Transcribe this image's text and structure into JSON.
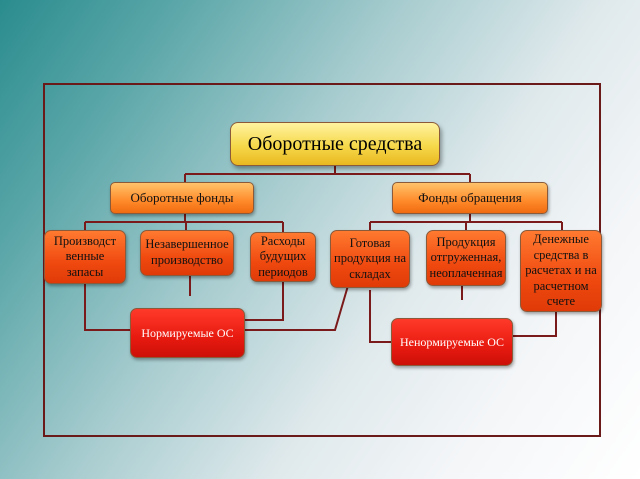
{
  "diagram": {
    "root": "Оборотные средства",
    "groups": [
      {
        "label": "Оборотные фонды",
        "items": [
          "Производст венные запасы",
          "Незавершенное производство",
          "Расходы будущих периодов"
        ]
      },
      {
        "label": "Фонды обращения",
        "items": [
          "Готовая продукция на складах",
          "Продукция отгруженная, неоплаченная",
          "Денежные средства в расчетах и на расчетном счете"
        ]
      }
    ],
    "normed": "Нормируемые ОС",
    "unnormed": "Ненормируемые ОС"
  },
  "colors": {
    "frame": "#6b1a1a",
    "connector": "#7a1a1a",
    "root_fill": "#f6d84a",
    "level1_fill": "#ff8a2a",
    "level2_fill": "#f04a10",
    "level3_fill": "#e81a10"
  }
}
